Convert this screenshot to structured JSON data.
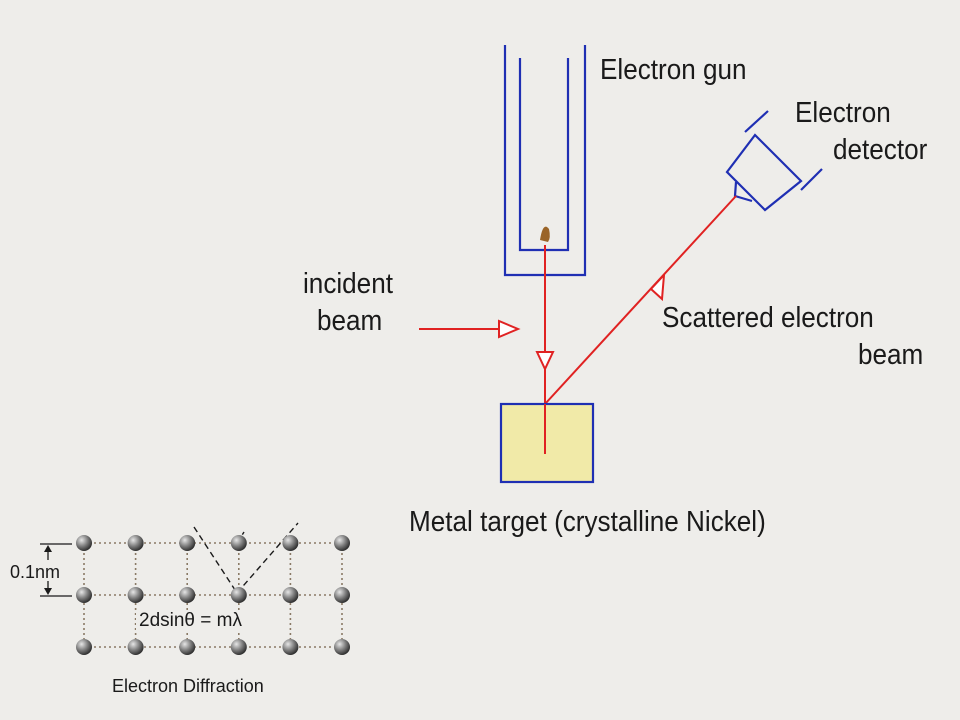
{
  "labels": {
    "electron_gun": "Electron gun",
    "electron_detector_1": "Electron",
    "electron_detector_2": "detector",
    "incident_beam_1": "incident",
    "incident_beam_2": "beam",
    "scattered_beam_1": "Scattered electron",
    "scattered_beam_2": "beam",
    "metal_target": "Metal target (crystalline Nickel)"
  },
  "inset": {
    "spacing_label": "0.1nm",
    "bragg_equation": "2dsinθ = mλ",
    "caption": "Electron Diffraction",
    "lattice_rows": 3,
    "lattice_cols": 6
  },
  "colors": {
    "background": "#eeedea",
    "apparatus_outline": "#1f2fb3",
    "beam": "#e02222",
    "target_fill": "#f1eaa8",
    "filament": "#9a6428",
    "atom": "#6d6d6d",
    "text": "#1a1a1a"
  }
}
